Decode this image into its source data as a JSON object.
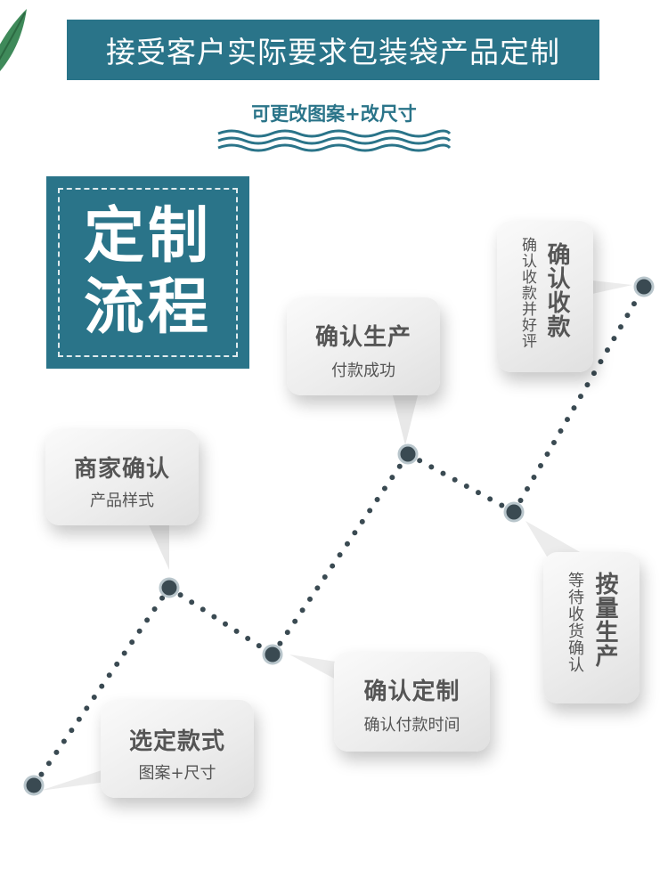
{
  "banner": {
    "title": "接受客户实际要求包装袋产品定制"
  },
  "subtitle": "可更改图案+改尺寸",
  "process": {
    "title_line1": "定制",
    "title_line2": "流程"
  },
  "steps": [
    {
      "title": "选定款式",
      "sub": "图案+尺寸"
    },
    {
      "title": "商家确认",
      "sub": "产品样式"
    },
    {
      "title": "确认定制",
      "sub": "确认付款时间"
    },
    {
      "title": "确认生产",
      "sub": "付款成功"
    },
    {
      "title": "按量生产",
      "sub": "等待收货确认"
    },
    {
      "title": "确认收款",
      "sub": "确认收款并好评"
    }
  ],
  "colors": {
    "accent": "#2a7489",
    "text": "#555555",
    "dot": "#3a4a52"
  }
}
